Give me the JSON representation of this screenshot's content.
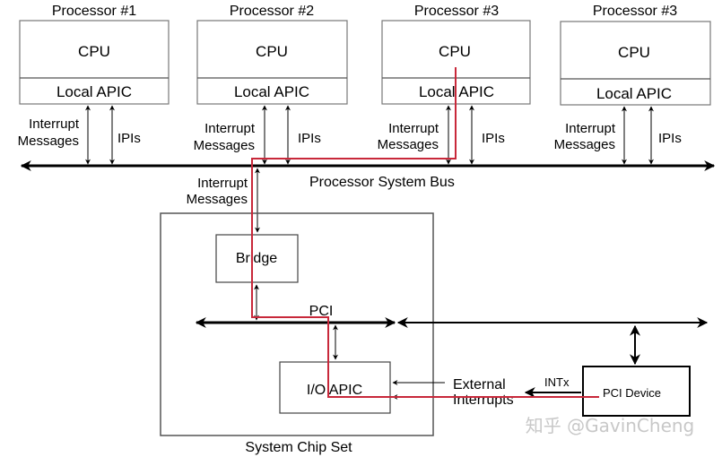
{
  "processors": [
    {
      "title": "Processor #1",
      "cpu": "CPU",
      "apic": "Local APIC",
      "left_label": [
        "Interrupt",
        "Messages"
      ],
      "right_label": "IPIs"
    },
    {
      "title": "Processor #2",
      "cpu": "CPU",
      "apic": "Local APIC",
      "left_label": [
        "Interrupt",
        "Messages"
      ],
      "right_label": "IPIs"
    },
    {
      "title": "Processor #3",
      "cpu": "CPU",
      "apic": "Local APIC",
      "left_label": [
        "Interrupt",
        "Messages"
      ],
      "right_label": "IPIs"
    },
    {
      "title": "Processor #3",
      "cpu": "CPU",
      "apic": "Local APIC",
      "left_label": [
        "Interrupt",
        "Messages"
      ],
      "right_label": "IPIs"
    }
  ],
  "bus": {
    "label": "Processor System Bus"
  },
  "bridge_link": {
    "label": [
      "Interrupt",
      "Messages"
    ]
  },
  "chipset": {
    "label": "System Chip Set",
    "bridge": "Bridge",
    "pci": "PCI",
    "ioapic": "I/O APIC"
  },
  "external": {
    "label": [
      "External",
      "Interrupts"
    ]
  },
  "pci_device": {
    "label": "PCI Device",
    "intx": "INTx"
  },
  "watermark": "知乎 @GavinCheng",
  "colors": {
    "path": "#c8283a",
    "line": "#000000",
    "box": "#555555"
  }
}
